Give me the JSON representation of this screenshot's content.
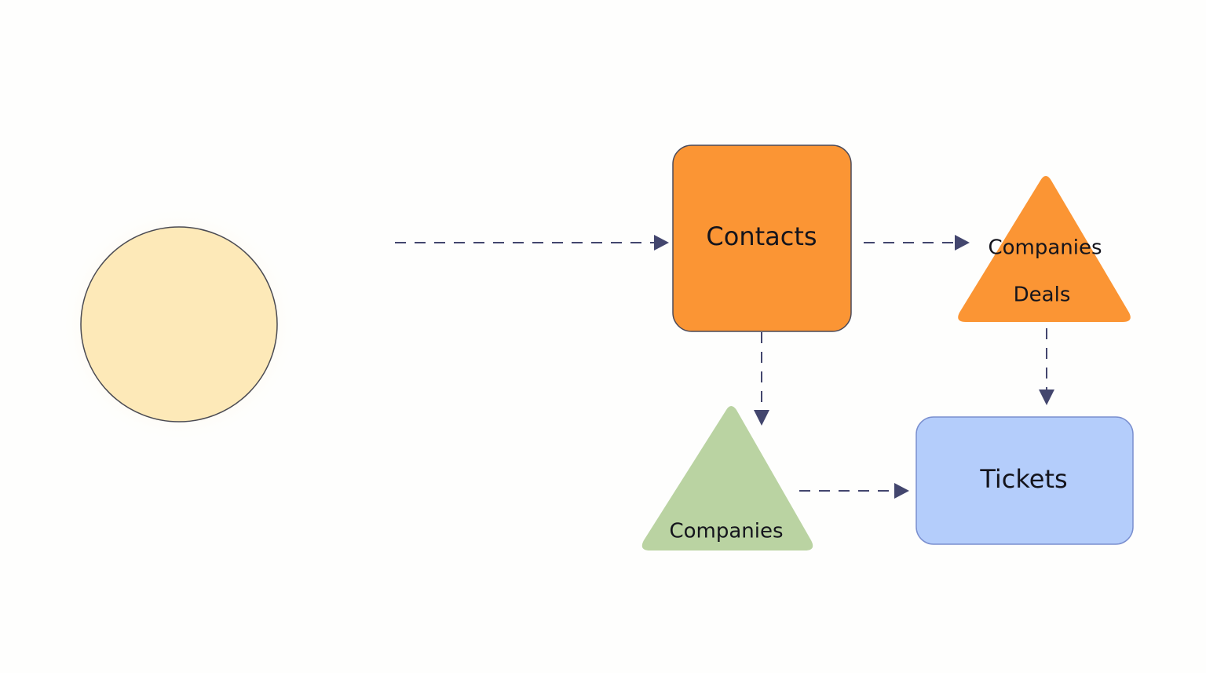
{
  "diagram": {
    "type": "flowchart",
    "nodes": [
      {
        "id": "start",
        "shape": "circle",
        "labels": [],
        "fill": "#fde9b8",
        "stroke": "#4a4a52"
      },
      {
        "id": "contacts",
        "shape": "rounded-rect",
        "labels": [
          "Contacts"
        ],
        "fill": "#fb9534",
        "stroke": "#4a4a5a"
      },
      {
        "id": "companies-deals",
        "shape": "triangle",
        "labels": [
          "Companies",
          "Deals"
        ],
        "fill": "#fb9534",
        "stroke": "none"
      },
      {
        "id": "companies",
        "shape": "triangle",
        "labels": [
          "Companies"
        ],
        "fill": "#bad3a2",
        "stroke": "none"
      },
      {
        "id": "tickets",
        "shape": "rounded-rect",
        "labels": [
          "Tickets"
        ],
        "fill": "#b4cdfb",
        "stroke": "#7a8fcf"
      }
    ],
    "edges": [
      {
        "from": "start",
        "to": "contacts",
        "style": "dashed",
        "color": "#43466e"
      },
      {
        "from": "contacts",
        "to": "companies-deals",
        "style": "dashed",
        "color": "#43466e"
      },
      {
        "from": "contacts",
        "to": "companies",
        "style": "dashed",
        "color": "#43466e"
      },
      {
        "from": "companies-deals",
        "to": "tickets",
        "style": "dashed",
        "color": "#43466e"
      },
      {
        "from": "companies",
        "to": "tickets",
        "style": "dashed",
        "color": "#43466e"
      }
    ]
  },
  "labels": {
    "contacts": "Contacts",
    "companies_deals_line1": "Companies",
    "companies_deals_line2": "Deals",
    "companies": "Companies",
    "tickets": "Tickets"
  }
}
